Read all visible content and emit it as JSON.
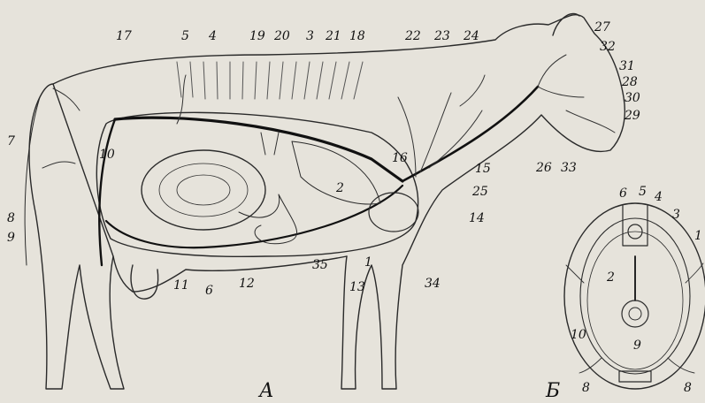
{
  "figure": {
    "panel_a_label": "А",
    "panel_b_label": "Б",
    "labels_a": {
      "l1": "1",
      "l2": "2",
      "l3": "3",
      "l4": "4",
      "l5": "5",
      "l6": "6",
      "l7": "7",
      "l8": "8",
      "l9": "9",
      "l10": "10",
      "l11": "11",
      "l12": "12",
      "l13": "13",
      "l14": "14",
      "l15": "15",
      "l16": "16",
      "l17": "17",
      "l18": "18",
      "l19": "19",
      "l20": "20",
      "l21": "21",
      "l22": "22",
      "l23": "23",
      "l24": "24",
      "l25": "25",
      "l26": "26",
      "l27": "27",
      "l28": "28",
      "l29": "29",
      "l30": "30",
      "l31": "31",
      "l32": "32",
      "l33": "33",
      "l34": "34",
      "l35": "35"
    },
    "labels_b": {
      "l1": "1",
      "l2": "2",
      "l3": "3",
      "l4": "4",
      "l5": "5",
      "l6": "6",
      "l8a": "8",
      "l8b": "8",
      "l9": "9",
      "l10": "10"
    }
  }
}
